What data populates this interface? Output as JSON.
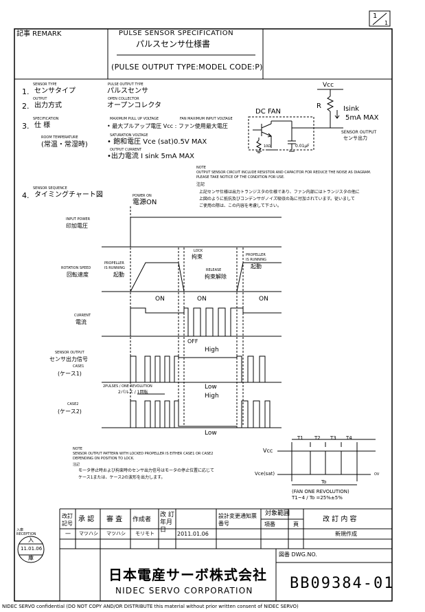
{
  "page_no": "1",
  "page_total": "1",
  "remark_label": "記事 REMARK",
  "title_en": "PULSE SENSOR SPECIFICATION",
  "title_jp": "パルスセンサ仕様書",
  "title_type": "(PULSE OUTPUT TYPE:MODEL CODE:P)",
  "items": {
    "i1_en": "SENSOR TYPE",
    "i1_num": "1.",
    "i1_jp": "センサタイプ",
    "i1_val_en": "PULSE OUTPUT TYPE",
    "i1_val_jp": "パルスセンサ",
    "i2_en": "OUTPUT",
    "i2_num": "2.",
    "i2_jp": "出力方式",
    "i2_val_en": "OPEN COLLECTOR",
    "i2_val_jp": "オープンコレクタ",
    "i3_en": "SPECIFICATION",
    "i3_num": "3.",
    "i3_jp": "仕 様",
    "i3_room_en": "ROOM TEMPERATURE",
    "i3_room_jp": "(常温・常湿時)",
    "spec1_en": "MAXIMUM PULL UP VOLTAGE",
    "spec1_en2": "FAN MAXIMUM INPUT VOLTAGE",
    "spec1_jp": "• 最大プルアップ電圧  Vcc : ファン使用最大電圧",
    "spec2_en": "SATURATION VOLTAGE",
    "spec2_jp": "• 飽和電圧  Vce (sat)0.5V MAX",
    "spec3_en": "OUTPUT CURRENT",
    "spec3_jp": "•出力電流  I sink   5mA MAX"
  },
  "circuit": {
    "title": "DC FAN",
    "vcc": "Vcc",
    "r": "R",
    "isink": "Isink",
    "isink_max": "5mA MAX",
    "res": "10Ω",
    "cap": "0.01μF",
    "out_en": "SENSOR OUTPUT",
    "out_jp": "センサ出力"
  },
  "note": {
    "label": "NOTE",
    "en1": "OUTPUT SENSOR CIRCUIT INCLUDE RESISTOR AND CAPACITOR FOR REDUCE THE NOISE AS DIAGRAM.",
    "en2": "PLEASE TAKE NOTICE OF THE CONDITION FOR USE.",
    "jp_label": "注記",
    "jp1": "上記センサ仕様は出力トランジスタの仕様であり、ファン内部にはトランジスタの他に",
    "jp2": "上図のように抵抗及びコンデンサがノイズ吸収の為に付加されています。従いまして",
    "jp3": "ご使用の際は、この内容を考慮して下さい。"
  },
  "timing": {
    "seq_en": "SENSOR SEQUENCE",
    "seq_num": "4.",
    "seq_jp": "タイミングチャート図",
    "power_on_en": "POWER ON",
    "power_on_jp": "電源ON",
    "input_power_en": "INPUT POWER",
    "input_power_jp": "印加電圧",
    "rot_en": "ROTATION SPEED",
    "rot_jp": "回転速度",
    "prop1": "PROPELLER",
    "prop2": "IS RUNNING",
    "prop_jp": "起動",
    "lock_en": "LOCK",
    "lock_jp": "拘束",
    "release_en": "RELEASE",
    "release_jp": "拘束解除",
    "prop_b1": "PROPELLER",
    "prop_b2": "IS RUNNING",
    "prop_b_jp": "起動",
    "on1": "ON",
    "on2": "ON",
    "on3": "ON",
    "off": "OFF",
    "current_en": "CURRENT",
    "current_jp": "電流",
    "sensor_en": "SENSOR OUTPUT",
    "sensor_jp": "センサ出力信号",
    "case1_en": "CASE1",
    "case1_jp": "(ケース1)",
    "high1": "High",
    "low1": "Low",
    "pulses_en": "2PULSES / ONE REVOLUTION",
    "pulses_jp": "2パルス / 1回転",
    "case2_en": "CASE2",
    "case2_jp": "(ケース2)",
    "high2": "High",
    "low2": "Low"
  },
  "note2": {
    "label": "NOTE",
    "en1": "SENSOR OUTPUT PATTERN WITH LOCKED PROPELLER IS EITHER CASE1 OR CASE2",
    "en2": "DEPENDING ON POSITION TO LOCK.",
    "jp_label": "注記",
    "jp1": "モータ停止時および拘束時のセンサ出力信号はモータの停止位置に応じて",
    "jp2": "ケース1または、ケース2の波形を出力します。"
  },
  "wave": {
    "vcc": "Vcc",
    "vce": "Vce(sat)",
    "ov": "OV",
    "t1": "T1",
    "t2": "T2",
    "t3": "T3",
    "t4": "T4",
    "t0": "To",
    "fan_rev": "(FAN ONE REVOLUTION)",
    "ratio": "T1~4 / To =25%±5%"
  },
  "revision": {
    "headers": [
      "改訂記号",
      "承 認",
      "審 査",
      "作成者",
      "改 訂年月日",
      "設計変更通知票番号",
      "対象範囲",
      "改 訂 内 容"
    ],
    "sub_headers": [
      "項番",
      "頁"
    ],
    "row": [
      "一",
      "マツハシ",
      "マツハシ",
      "モリモト",
      "2011.01.06",
      "",
      "",
      "",
      "新規作成"
    ]
  },
  "stamp": {
    "label": "入庫",
    "sub": "RECEPTION",
    "top": "入",
    "date": "11.01.06",
    "bottom": "庫"
  },
  "company_jp": "日本電産サーボ株式会社",
  "company_en": "NIDEC SERVO CORPORATION",
  "dwg_label": "図番 DWG.NO.",
  "dwg_no": "BB09384-01",
  "footer": "NIDEC SERVO confidential (DO NOT COPY AND/OR DISTRIBUTE this material without prior written consent of NIDEC SERVO)"
}
